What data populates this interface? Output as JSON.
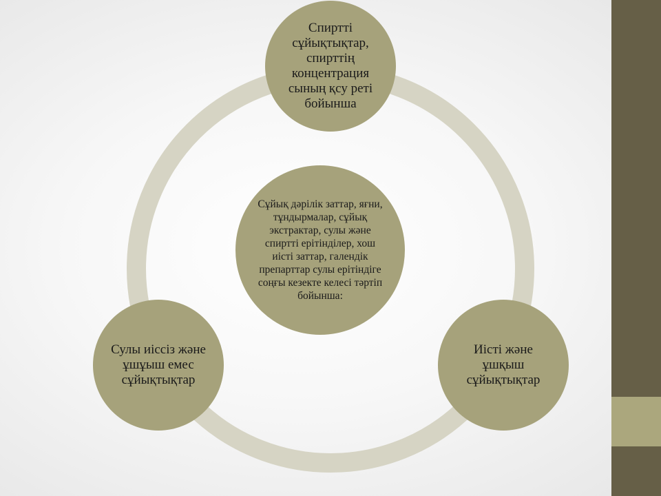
{
  "diagram": {
    "center": {
      "text": "Сұйық дәрілік заттар, яғни, тұндырмалар, сұйық экстрактар, сулы және спиртті ерітінділер, хош иісті заттар, галендік препарттар сулы ерітіндіге соңғы кезекте келесі тәртіп бойынша:"
    },
    "nodes": [
      {
        "text": "Спиртті сұйықтықтар, спирттің концентрация сының қсу реті бойынша"
      },
      {
        "text": "Иісті және ұшқыш сұйықтықтар"
      },
      {
        "text": "Сулы иіссіз және ұшұыш емес сұйықтықтар"
      }
    ]
  },
  "colors": {
    "node_fill": "#a6a27b",
    "ring": "#d6d4c4",
    "sidebar": "#665f47",
    "sidebar_band": "#aba77d"
  }
}
